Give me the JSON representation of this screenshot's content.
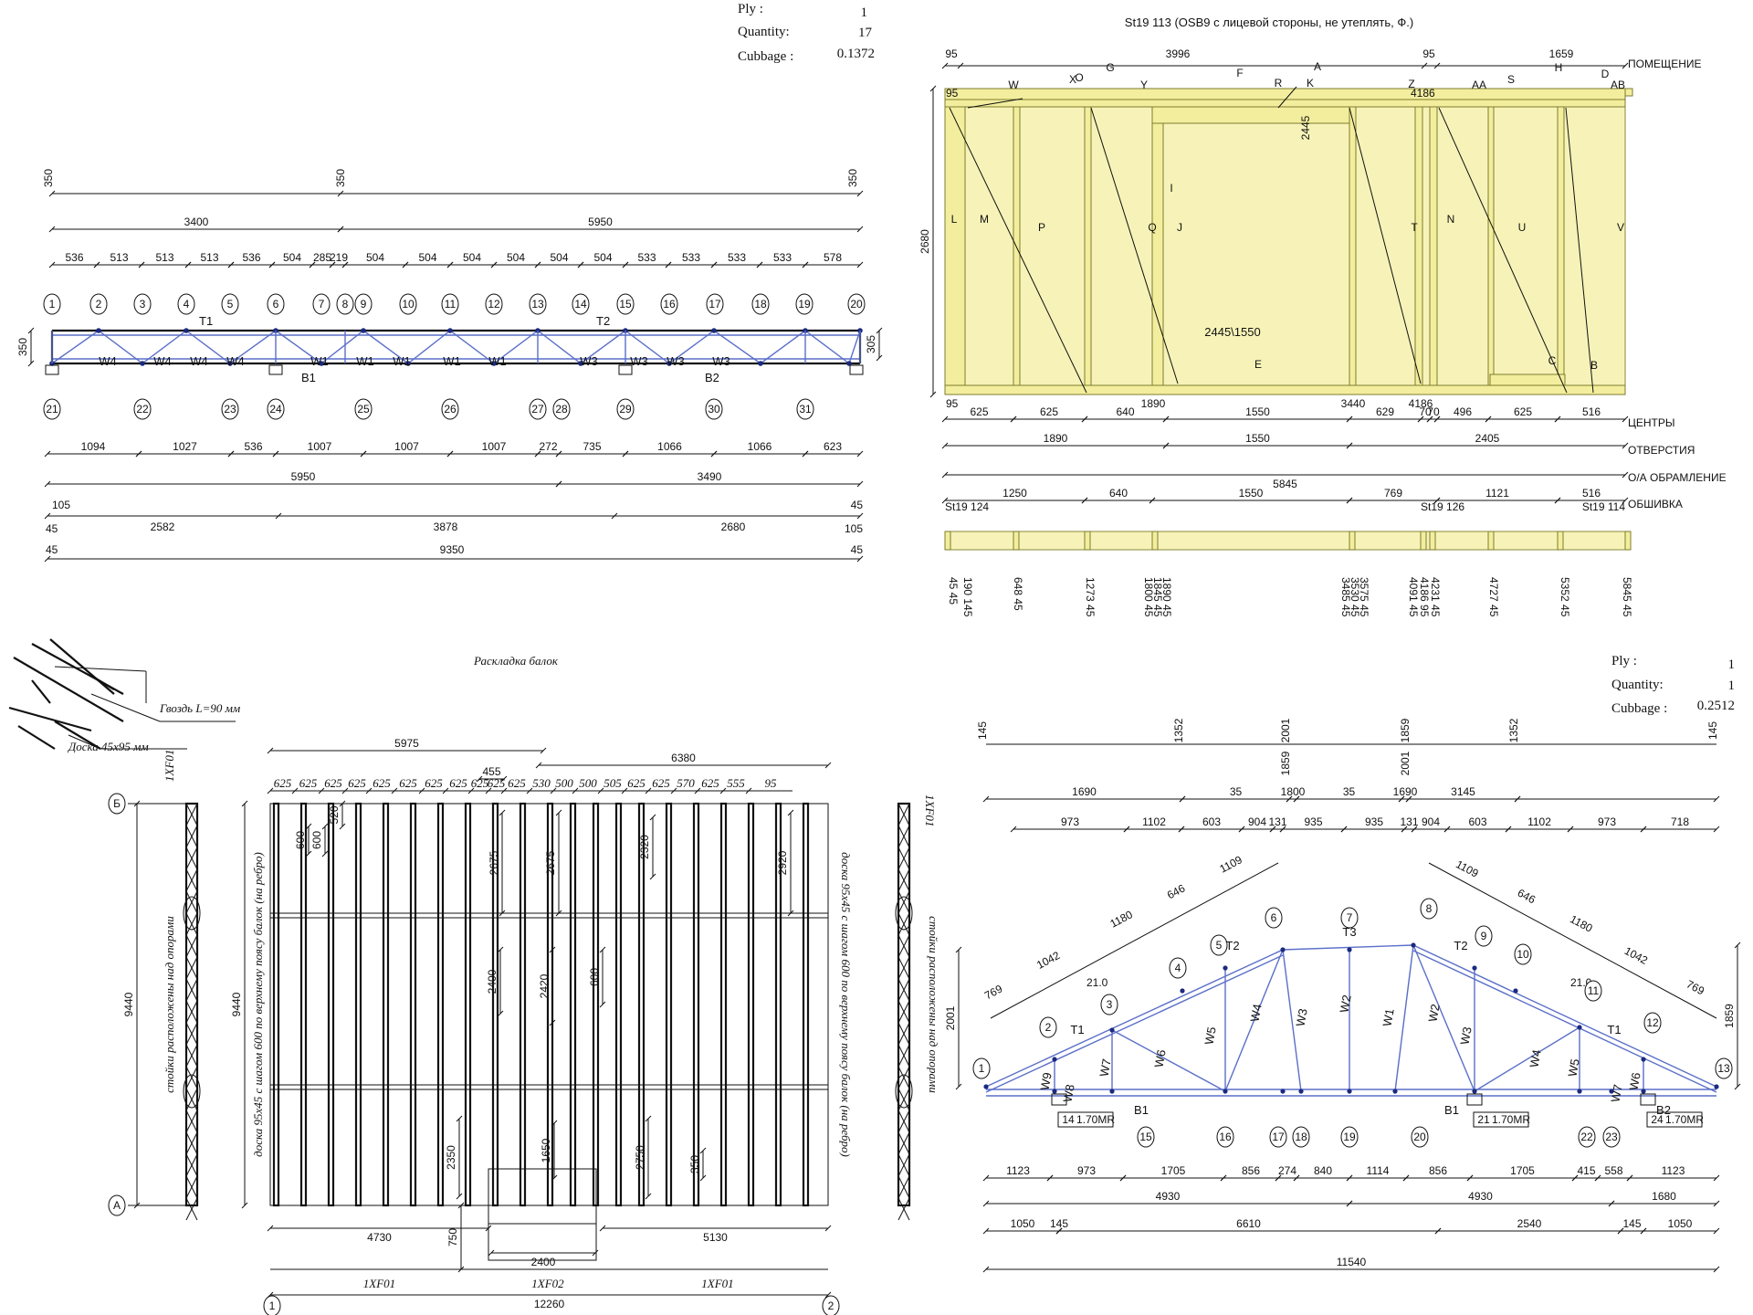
{
  "truss1": {
    "info": {
      "ply_label": "Ply :",
      "ply": "1",
      "qty_label": "Quantity:",
      "qty": "17",
      "cub_label": "Cubbage :",
      "cub": "0.1372"
    },
    "top_dims": [
      "3400",
      "5950"
    ],
    "end_dims": [
      "350",
      "350",
      "350"
    ],
    "panel_dims": [
      "536",
      "513",
      "513",
      "513",
      "536",
      "504",
      "285",
      "219",
      "504",
      "504",
      "504",
      "504",
      "504",
      "504",
      "533",
      "533",
      "533",
      "533",
      "578"
    ],
    "top_nodes": [
      "1",
      "2",
      "3",
      "4",
      "5",
      "6",
      "7",
      "8",
      "9",
      "10",
      "11",
      "12",
      "13",
      "14",
      "15",
      "16",
      "17",
      "18",
      "19",
      "20"
    ],
    "bottom_nodes": [
      "21",
      "22",
      "23",
      "24",
      "25",
      "26",
      "27",
      "28",
      "29",
      "30",
      "31"
    ],
    "chord_labels": [
      "T1",
      "T2",
      "B1",
      "B2"
    ],
    "web_labels": [
      "W4",
      "W4",
      "W4",
      "W4",
      "W1",
      "W1",
      "W1",
      "W1",
      "W1",
      "W3",
      "W3",
      "W3",
      "W3"
    ],
    "height_left": "350",
    "height_right": "305",
    "bottom_panel_dims": [
      "1094",
      "1027",
      "536",
      "1007",
      "1007",
      "1007",
      "272",
      "735",
      "1066",
      "1066",
      "623"
    ],
    "bottom_split": [
      "5950",
      "3490"
    ],
    "support_dims": [
      "105",
      "45",
      "2582",
      "3878",
      "2680",
      "45",
      "105"
    ],
    "overall": {
      "left": "45",
      "total": "9350",
      "right": "45"
    }
  },
  "wall": {
    "title": "St19 113   (OSB9 с лицевой стороны, не утеплять, Ф.)",
    "top_dims": [
      "95",
      "3996",
      "95",
      "1659"
    ],
    "row_labels": [
      "ПОМЕЩЕНИЕ",
      "ЦЕНТРЫ",
      "ОТВЕРСТИЯ",
      "О/А ОБРАМЛЕНИЕ",
      "ОБШИВКА"
    ],
    "height": "2680",
    "left_top": "95",
    "left_bottom": "95",
    "opening_height": "2445",
    "opening_label": "2445\\1550",
    "member_labels": [
      "W",
      "X",
      "O",
      "G",
      "Y",
      "F",
      "R",
      "A",
      "K",
      "Z",
      "AA",
      "S",
      "H",
      "D",
      "AB",
      "L",
      "M",
      "P",
      "I",
      "Q",
      "J",
      "T",
      "N",
      "U",
      "V",
      "E",
      "C",
      "B"
    ],
    "top_marks": [
      "4186"
    ],
    "base_marks": [
      "1890",
      "3440",
      "4186"
    ],
    "centers": [
      "625",
      "625",
      "640",
      "1550",
      "629",
      "70",
      "70",
      "496",
      "625",
      "516"
    ],
    "openings": [
      "1890",
      "1550",
      "2405"
    ],
    "overall": "5845",
    "sheathing": [
      "1250",
      "640",
      "1550",
      "769",
      "1121",
      "516"
    ],
    "refs": [
      "St19 124",
      "St19 126",
      "St19 114"
    ],
    "plan_marks": [
      "45 45",
      "190 145",
      "648 45",
      "1273 45",
      "1800 45",
      "1845 45",
      "1890 45",
      "3485 45",
      "3530 45",
      "3575 45",
      "4091 45",
      "4186 95",
      "4231 45",
      "4727 45",
      "5352 45",
      "5845 45"
    ]
  },
  "layout": {
    "title": "Раскладка балок",
    "nail_label": "Гвоздь L=90 мм",
    "board_label": "Доска 45x95 мм",
    "axis_rows": [
      "Б",
      "А"
    ],
    "axis_cols": [
      "1",
      "2"
    ],
    "truss_mark": "1XF01",
    "side_note_left": "стойки расположены над опорами",
    "side_note_right": "стойки расположены над опорами",
    "board_note": "доска 95x45 с шагом 600 по верхнему поясу балок (на ребро)",
    "top_dims": [
      "5975",
      "6380",
      "455"
    ],
    "spacing": [
      "625",
      "625",
      "625",
      "625",
      "625",
      "625",
      "625",
      "625",
      "625",
      "625",
      "625",
      "530",
      "500",
      "500",
      "505",
      "625",
      "625",
      "570",
      "625",
      "555",
      "95"
    ],
    "height": "9440",
    "vertical_dims": [
      "600",
      "600",
      "520",
      "2675",
      "2675",
      "2320",
      "2920",
      "2400",
      "2420",
      "600",
      "2350",
      "1650",
      "2750",
      "350",
      "750"
    ],
    "bottom_dims": [
      "4730",
      "5130",
      "2400",
      "12260"
    ],
    "bottom_marks": [
      "1XF01",
      "1XF02",
      "1XF01"
    ]
  },
  "truss2": {
    "info": {
      "ply_label": "Ply :",
      "ply": "1",
      "qty_label": "Quantity:",
      "qty": "1",
      "cub_label": "Cubbage :",
      "cub": "0.2512"
    },
    "top_marks": [
      "145",
      "1352",
      "2001",
      "1859",
      "1859",
      "2001",
      "1352",
      "145"
    ],
    "row1": [
      "1690",
      "35",
      "1800",
      "35",
      "1690",
      "3145"
    ],
    "row2": [
      "973",
      "1102",
      "603",
      "904",
      "131",
      "935",
      "935",
      "131",
      "904",
      "603",
      "1102",
      "973",
      "718"
    ],
    "slope_left": [
      "769",
      "1042",
      "1180",
      "646",
      "1109"
    ],
    "slope_right": [
      "1109",
      "646",
      "1180",
      "1042",
      "769"
    ],
    "pitch": "21.0",
    "height_left": "2001",
    "height_right": "1859",
    "nodes": [
      "1",
      "2",
      "3",
      "4",
      "5",
      "6",
      "7",
      "8",
      "9",
      "10",
      "11",
      "12",
      "13",
      "15",
      "16",
      "17",
      "18",
      "19",
      "20",
      "22",
      "23"
    ],
    "chords": [
      "T1",
      "T2",
      "T3",
      "T2",
      "T1",
      "B1",
      "B1",
      "B2"
    ],
    "webs": [
      "W9",
      "W8",
      "W7",
      "W6",
      "W5",
      "W4",
      "W3",
      "W2",
      "W1",
      "W2",
      "W3",
      "W4",
      "W5",
      "W6",
      "W7",
      "W9",
      "W8"
    ],
    "bearings": [
      "14",
      "1.70MR",
      "21",
      "1.70MR",
      "24",
      "1.70MR"
    ],
    "bottom_row1": [
      "1123",
      "973",
      "1705",
      "856",
      "274",
      "840",
      "1114",
      "856",
      "1705",
      "415",
      "558",
      "1123"
    ],
    "bottom_row2": [
      "4930",
      "4930",
      "1680"
    ],
    "bottom_row3": [
      "1050",
      "145",
      "6610",
      "2540",
      "145",
      "1050"
    ],
    "overall": "11540"
  }
}
